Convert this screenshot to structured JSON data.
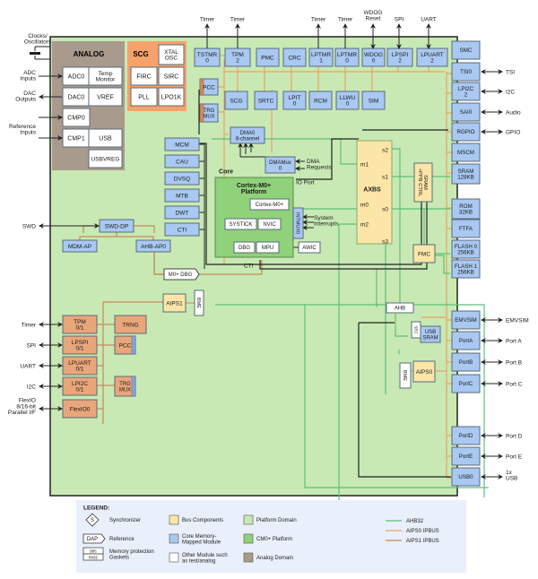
{
  "colors": {
    "platform": "#c8e9b4",
    "cm0_platform": "#8fd27a",
    "analog": "#a89a8c",
    "scg": "#f7a26b",
    "memmapped": "#a9c8f2",
    "bus": "#fbe6a8",
    "other": "#ffffff",
    "peripheral_aips1": "#e8a67a",
    "ahb32": "#5cc07a",
    "aips0": "#f0a060",
    "aips1": "#c9875a",
    "black": "#222222"
  },
  "external": {
    "clocks": "Clocks/\nOscillators",
    "adc_inputs": "ADC\nInputs",
    "dac_outputs": "DAC\nOutputs",
    "reference_inputs": "Reference\nInputs",
    "swd": "SWD",
    "timer_left": "Timer",
    "spi_left": "SPI",
    "uart_left": "UART",
    "i2c_left": "I2C",
    "flexio": "FlexIO\n8/16-bit\nParallel I/F",
    "top_timer1": "Timer",
    "top_timer2": "Timer",
    "top_timer3": "Timer",
    "top_timer4": "Timer",
    "wdog_reset": "WDOG\nReset",
    "top_spi": "SPI",
    "top_uart": "UART",
    "tsi": "TSI",
    "i2c": "I2C",
    "audio": "Audio",
    "gpio": "GPIO",
    "emvsim": "EMVSIM",
    "port_a": "Port A",
    "port_b": "Port B",
    "port_c": "Port C",
    "port_d": "Port D",
    "port_e": "Port E",
    "usb": "1x\nUSB",
    "dma_requests": "DMA\nRequests",
    "system_interrupts": "System\nInterrupts",
    "io_port": "IO Port",
    "cti": "CTI"
  },
  "analog": {
    "title": "ANALOG",
    "blocks": [
      "ADC0",
      "Temp\nMonitor",
      "DAC0",
      "VREF",
      "CMP0",
      "CMP1",
      "USB",
      "USBVREG"
    ]
  },
  "scg": {
    "title": "SCG",
    "blocks": [
      "XTAL\nOSC",
      "FIRC",
      "SIRC",
      "PLL",
      "LPO1K"
    ]
  },
  "top_row": [
    "TSTMR\n0",
    "TPM\n2",
    "PMC",
    "CRC",
    "LPTMR\n1",
    "LPTMR\n0",
    "WDOG\n0",
    "LPSPI\n2",
    "LPUART\n2"
  ],
  "second_row": [
    "SCG",
    "SRTC",
    "LPIT\n0",
    "RCM",
    "LLWU\n0",
    "SIM"
  ],
  "pcc_top": "PCC",
  "trgmux_top": "TRG\nMUX",
  "right_column": [
    "SMC",
    "TSI0",
    "LPI2C\n2",
    "SAI0",
    "RGPIO",
    "MSCM",
    "SRAM\n128KB",
    "ROM\n32KB",
    "FTFA",
    "FLASH 0\n256KB",
    "FLASH 1\n256KB",
    "EMVSIM",
    "PortA",
    "PortB",
    "PortC",
    "PortD",
    "PortE",
    "USB0"
  ],
  "left_core_column": [
    "MCM",
    "CAU",
    "DVSQ",
    "MTB",
    "DWT",
    "CTI"
  ],
  "dma": {
    "dma0": "DMA0\n8-channel",
    "dmamux": "DMAMux\n0"
  },
  "core": {
    "label": "Core",
    "platform_title": "Cortex-M0+\nPlatform",
    "cortex": "Cortex-M0+",
    "systick": "SYSTICK",
    "nvic": "NVIC",
    "dbg": "DBG",
    "mpu": "MPU",
    "intmux": "INTMUX0",
    "awic": "AWIC"
  },
  "axbs": {
    "title": "AXBS",
    "ports": [
      "m1",
      "m0",
      "m2",
      "s2",
      "s1",
      "s0",
      "s3"
    ]
  },
  "sram_ctrl": "SRAM\n+PPB CTRL",
  "fmc": "FMC",
  "debug": {
    "swd_dp": "SWD-DP",
    "mdm_ap": "MDM-AP",
    "ahb_ap0": "AHB-AP0",
    "m0_dbg": "M0+ DBG"
  },
  "aips1": "AIPS1",
  "bme1": "BME",
  "aips1_periph": [
    "TPM\n0/1",
    "LPSPI\n0/1",
    "LPUART\n0/1",
    "LPI2C\n0/1",
    "FlexIO0"
  ],
  "aips1_misc": [
    "TRNG",
    "PCC",
    "TRG\nMUX"
  ],
  "ahb": "AHB",
  "usb_sram": "USB\nSRAM",
  "bme0": "BME",
  "sec_gasket": "SEC",
  "aips0": "AIPS0",
  "legend": {
    "title": "LEGEND:",
    "synchronizer": "Synchronizer",
    "sync_glyph": "S",
    "reference": "Reference",
    "dap": "DAP",
    "gasket": "Memory protection\nGaskets",
    "gasket_top": "sec",
    "gasket_bottom": "exsc",
    "bus_components": "Bus Components",
    "core_memmapped": "Core Memory-\nMapped Module",
    "other_module": "Other Module such\nas test/analog",
    "platform_domain": "Platform Domain",
    "cm0_platform": "CM0+ Platform",
    "analog_domain": "Analog Domain",
    "ahb32": "AHB32",
    "aips0_ipbus": "AIPS0 IPBUS",
    "aips1_ipbus": "AIPS1 IPBUS"
  }
}
